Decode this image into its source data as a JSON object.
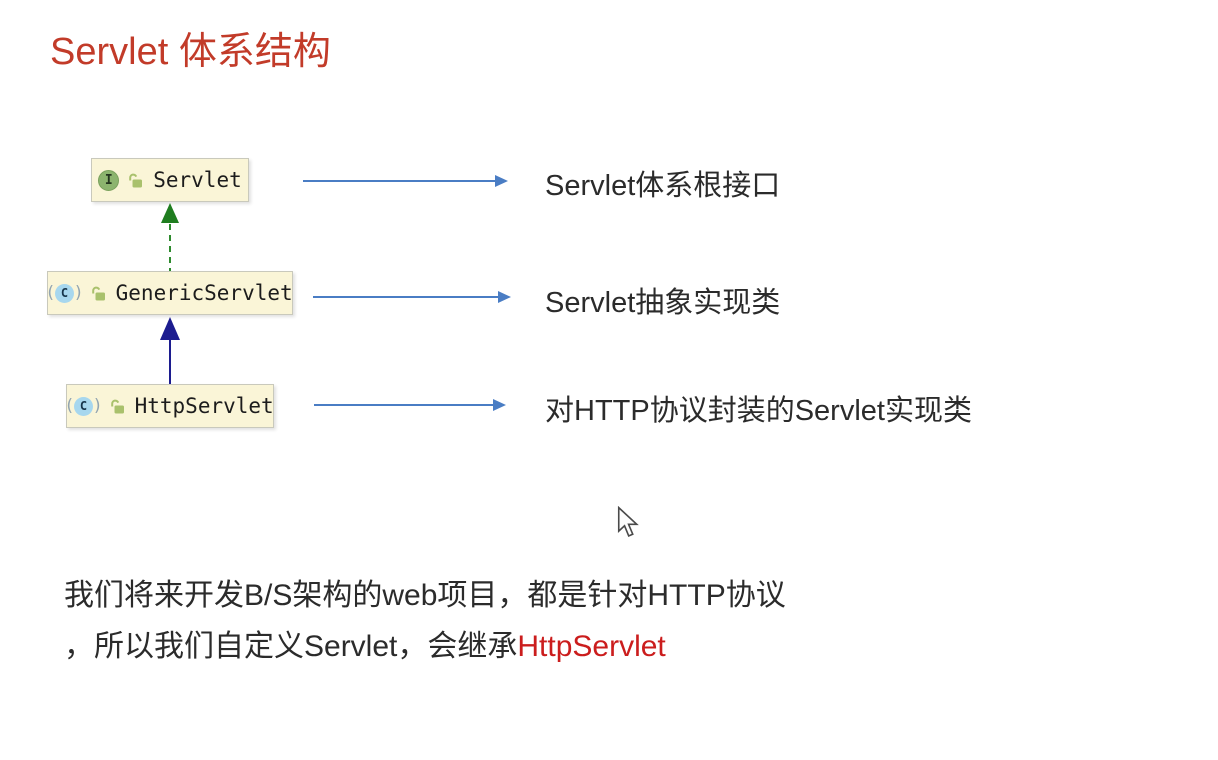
{
  "page": {
    "title": "Servlet 体系结构",
    "title_color": "#c23b29",
    "background": "#ffffff"
  },
  "diagram": {
    "nodes": [
      {
        "name": "Servlet",
        "kind": "interface",
        "modifier": "public",
        "description": "Servlet体系根接口"
      },
      {
        "name": "GenericServlet",
        "kind": "class",
        "modifier": "public",
        "description": "Servlet抽象实现类"
      },
      {
        "name": "HttpServlet",
        "kind": "class",
        "modifier": "public",
        "description": "对HTTP协议封装的Servlet实现类"
      }
    ],
    "edges": [
      {
        "from": "GenericServlet",
        "to": "Servlet",
        "relation": "implements",
        "line": "dashed",
        "color": "#2e8b2e"
      },
      {
        "from": "HttpServlet",
        "to": "GenericServlet",
        "relation": "extends",
        "line": "solid",
        "color": "#1c1c8f"
      }
    ],
    "icons": {
      "interface_letter": "I",
      "class_letter": "C",
      "paren_open": "(",
      "paren_close": ")"
    },
    "colors": {
      "node_background": "#faf5d7",
      "node_border": "#c9c9bc",
      "interface_icon": "#8cb46e",
      "class_icon": "#a7d7ee",
      "lock_icon": "#a9c16c",
      "callout_arrow": "#4a7dc4"
    }
  },
  "note": {
    "line1": "我们将来开发B/S架构的web项目，都是针对HTTP协议",
    "line2_prefix": "，所以我们自定义Servlet，会继承",
    "line2_highlight": "HttpServlet",
    "highlight_color": "#cb1d1d"
  }
}
